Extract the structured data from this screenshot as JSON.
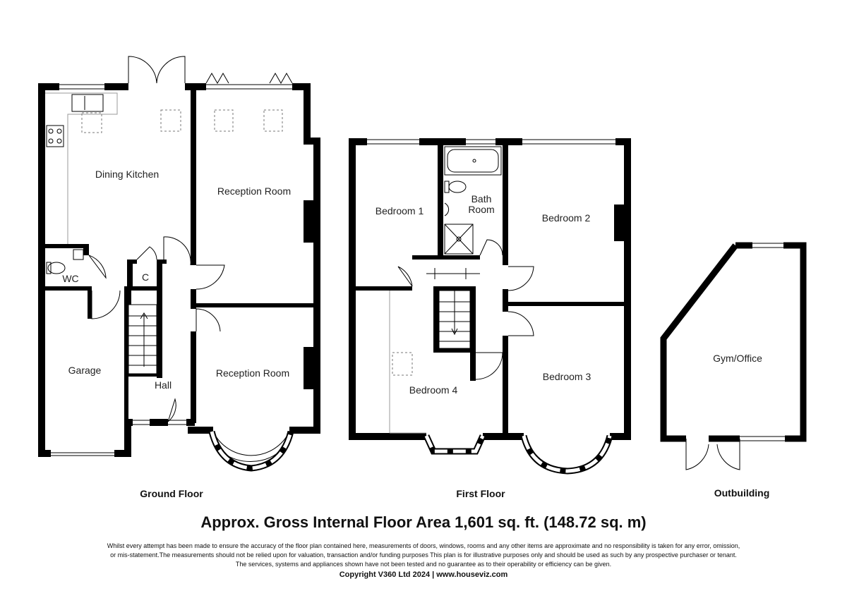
{
  "plan": {
    "ground_floor": {
      "label": "Ground Floor",
      "rooms": {
        "dining_kitchen": "Dining Kitchen",
        "reception_room_rear": "Reception Room",
        "reception_room_front": "Reception Room",
        "wc": "WC",
        "cupboard": "C",
        "garage": "Garage",
        "hall": "Hall"
      }
    },
    "first_floor": {
      "label": "First Floor",
      "rooms": {
        "bedroom_1": "Bedroom 1",
        "bath_room_line1": "Bath",
        "bath_room_line2": "Room",
        "bedroom_2": "Bedroom 2",
        "bedroom_3": "Bedroom 3",
        "bedroom_4": "Bedroom 4"
      }
    },
    "outbuilding": {
      "label": "Outbuilding",
      "rooms": {
        "gym_office": "Gym/Office"
      }
    }
  },
  "area_title": "Approx. Gross Internal Floor Area 1,601 sq. ft. (148.72 sq. m)",
  "disclaimer": {
    "line1": "Whilst every attempt has been made to ensure the accuracy of the floor plan contained here, measurements of doors, windows, rooms and any other items are approximate and no responsibility is taken for any error, omission,",
    "line2": "or mis-statement.The measurements should not be relied upon for valuation, transaction and/or funding purposes This plan is for illustrative purposes only and should be used as such by any prospective purchaser or tenant.",
    "line3": "The services, systems and appliances shown have not been tested and no guarantee as to their operability or efficiency can be given."
  },
  "copyright": "Copyright V360 Ltd 2024 | www.houseviz.com"
}
